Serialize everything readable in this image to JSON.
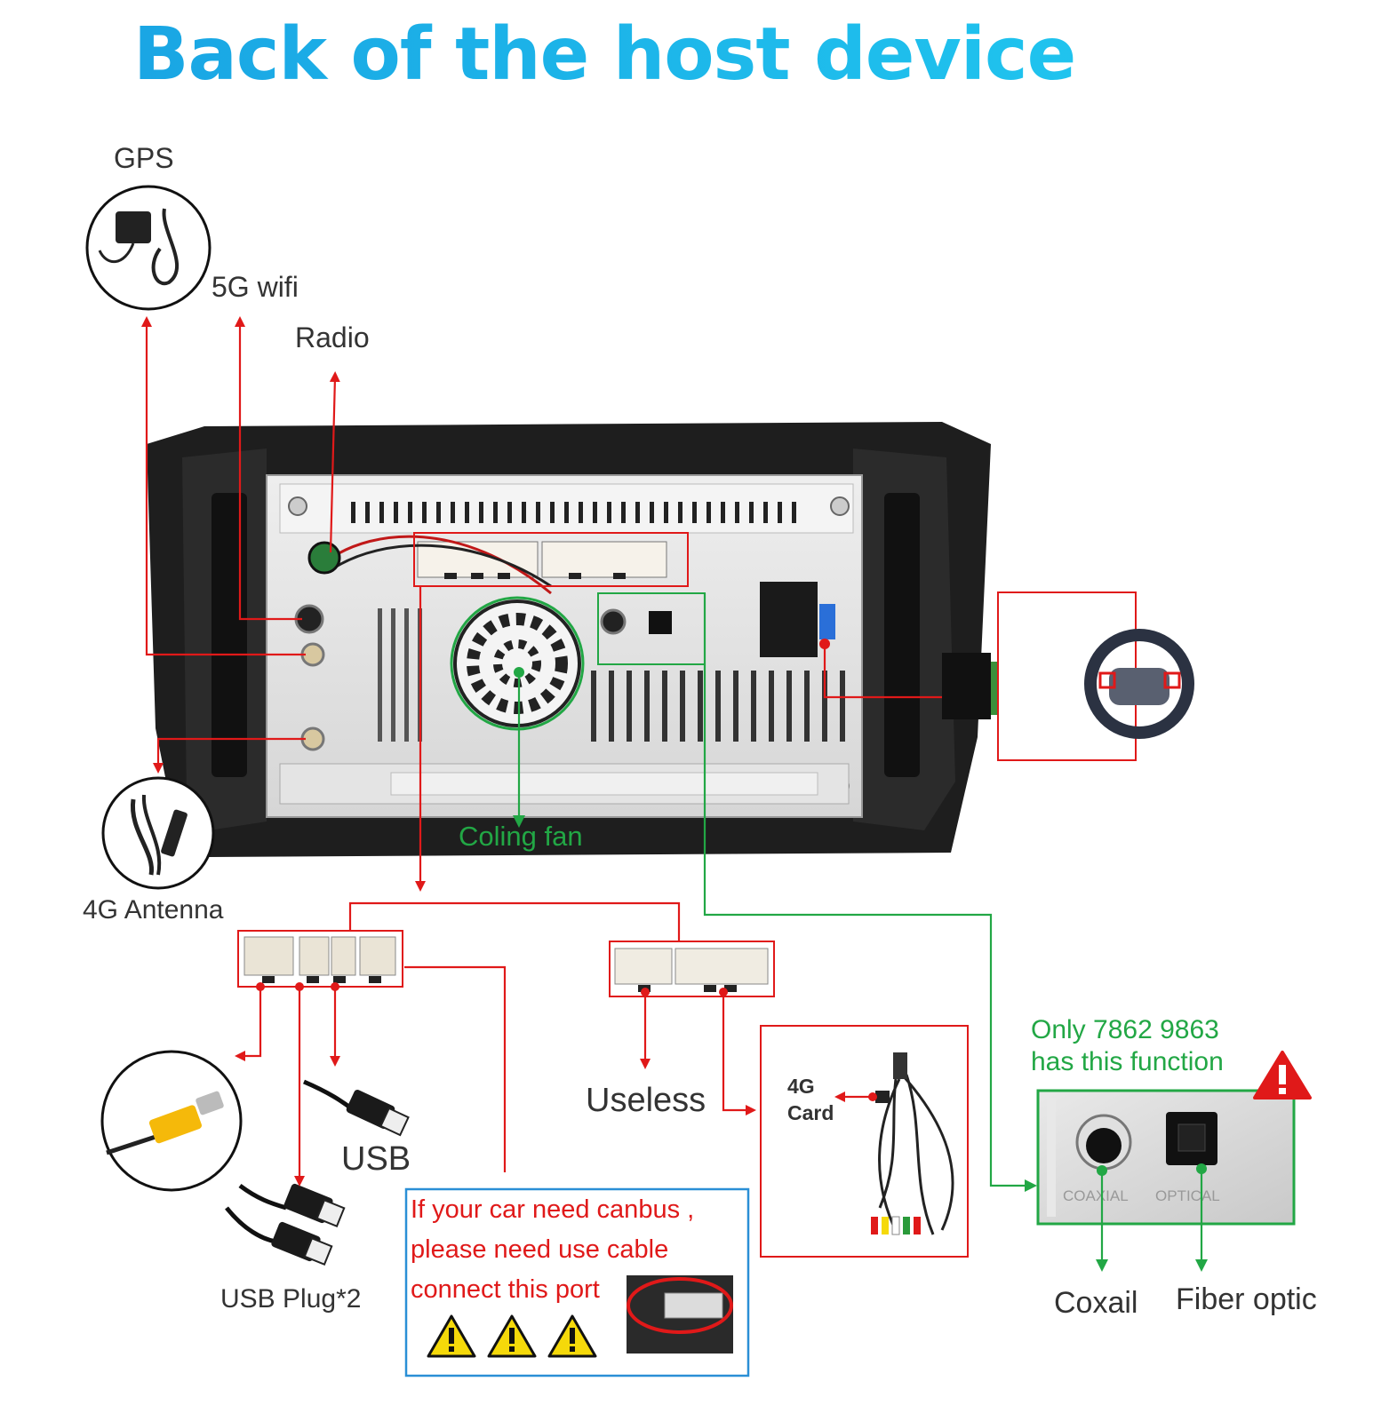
{
  "title": "Back of the host device",
  "labels": {
    "gps": "GPS",
    "wifi": "5G  wifi",
    "radio": "Radio",
    "antenna_4g": "4G Antenna",
    "cooling_fan": "Coling fan",
    "usb": "USB",
    "usb_plug": "USB Plug*2",
    "useless": "Useless",
    "card_4g_line1": "4G",
    "card_4g_line2": "Card",
    "only_line1": "Only 7862  9863",
    "only_line2": "has this function",
    "coaxial": "Coxail",
    "fiber": "Fiber optic",
    "port_coaxial": "COAXIAL",
    "port_optical": "OPTICAL"
  },
  "canbus_note": [
    "If your car need canbus ,",
    "please need use cable",
    "connect this port"
  ],
  "colors": {
    "title": "#1cb3e8",
    "red_line": "#e01919",
    "green_line": "#22a745",
    "blue_frame": "#2a8fd6",
    "warning": "#f5d90a"
  }
}
